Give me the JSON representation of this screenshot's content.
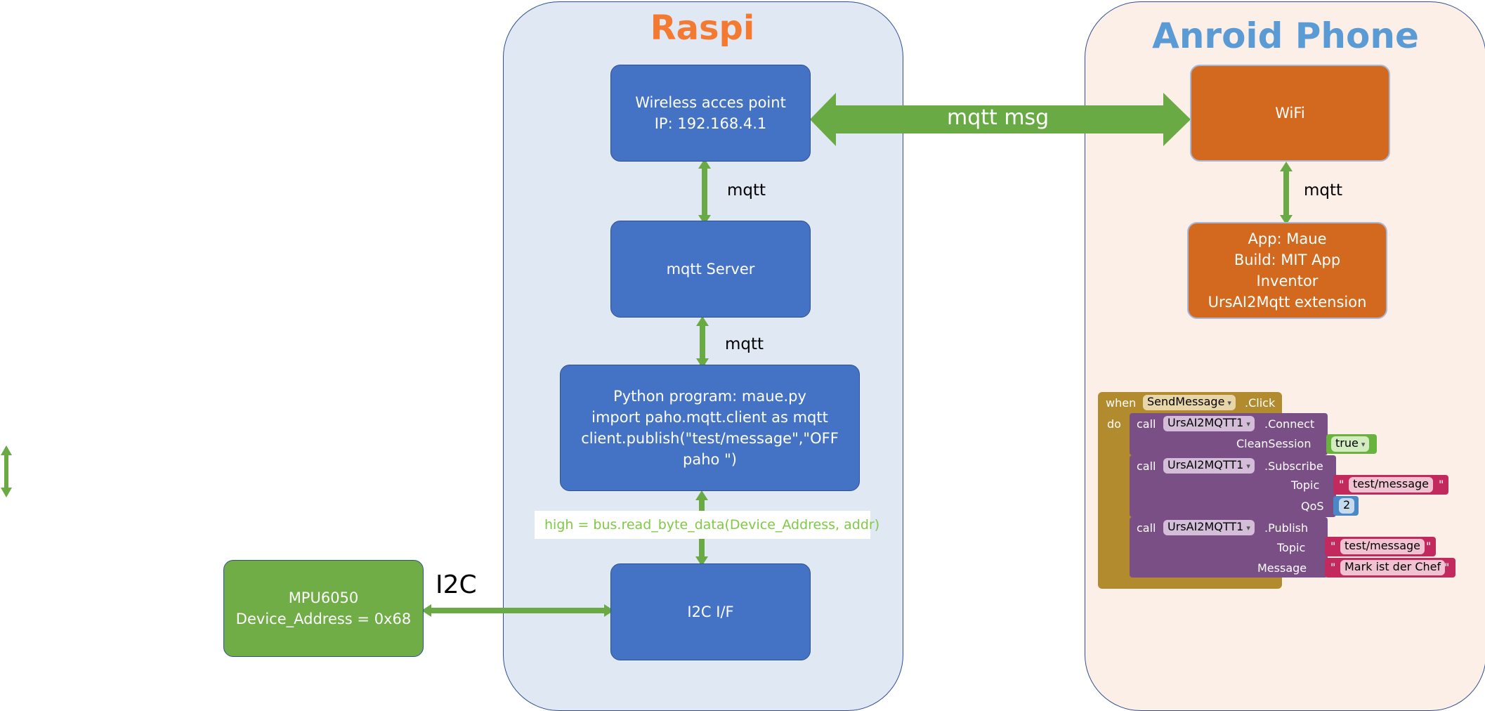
{
  "colors": {
    "raspi_bg": "#e0e8f4",
    "phone_bg": "#fcefe8",
    "blue_box": "#4472c4",
    "orange_box": "#d2691e",
    "green_box": "#70ad47",
    "arrow_green": "#6aaa45",
    "raspi_title": "#f47a32",
    "phone_title": "#5b9bd5",
    "event_block": "#b28b2f",
    "method_block": "#7a4f86",
    "text_block": "#c22a5e",
    "logic_block": "#6ab23f",
    "math_block": "#4a88c7"
  },
  "raspi": {
    "title": "Raspi",
    "access_point": "Wireless acces point\nIP: 192.168.4.1",
    "mqtt_server": "mqtt Server",
    "python_program": "Python program: maue.py\nimport paho.mqtt.client as mqtt\nclient.publish(\"test/message\",\"OFF\npaho \")",
    "i2c_if": "I2C I/F",
    "link_ap_server": "mqtt",
    "link_server_python": "mqtt",
    "read_code": "high = bus.read_byte_data(Device_Address,  addr)"
  },
  "phone": {
    "title": "Anroid Phone",
    "wifi": "WiFi",
    "app": "App: Maue\nBuild: MIT App\nInventor\nUrsAI2Mqtt extension",
    "link_wifi_app": "mqtt"
  },
  "links": {
    "mqtt_msg": "mqtt msg",
    "i2c": "I2C"
  },
  "mpu": {
    "label": "MPU6050\nDevice_Address = 0x68"
  },
  "blocks": {
    "when": "when",
    "component": "SendMessage",
    "event": ".Click",
    "do": "do",
    "call": "call",
    "mqtt_component": "UrsAI2MQTT1",
    "connect": ".Connect",
    "clean_session_label": "CleanSession",
    "clean_session_value": "true",
    "subscribe": ".Subscribe",
    "topic_label": "Topic",
    "topic_value": "test/message",
    "qos_label": "QoS",
    "qos_value": "2",
    "publish": ".Publish",
    "message_label": "Message",
    "message_value": "Mark ist der Chef",
    "quote": "\""
  }
}
